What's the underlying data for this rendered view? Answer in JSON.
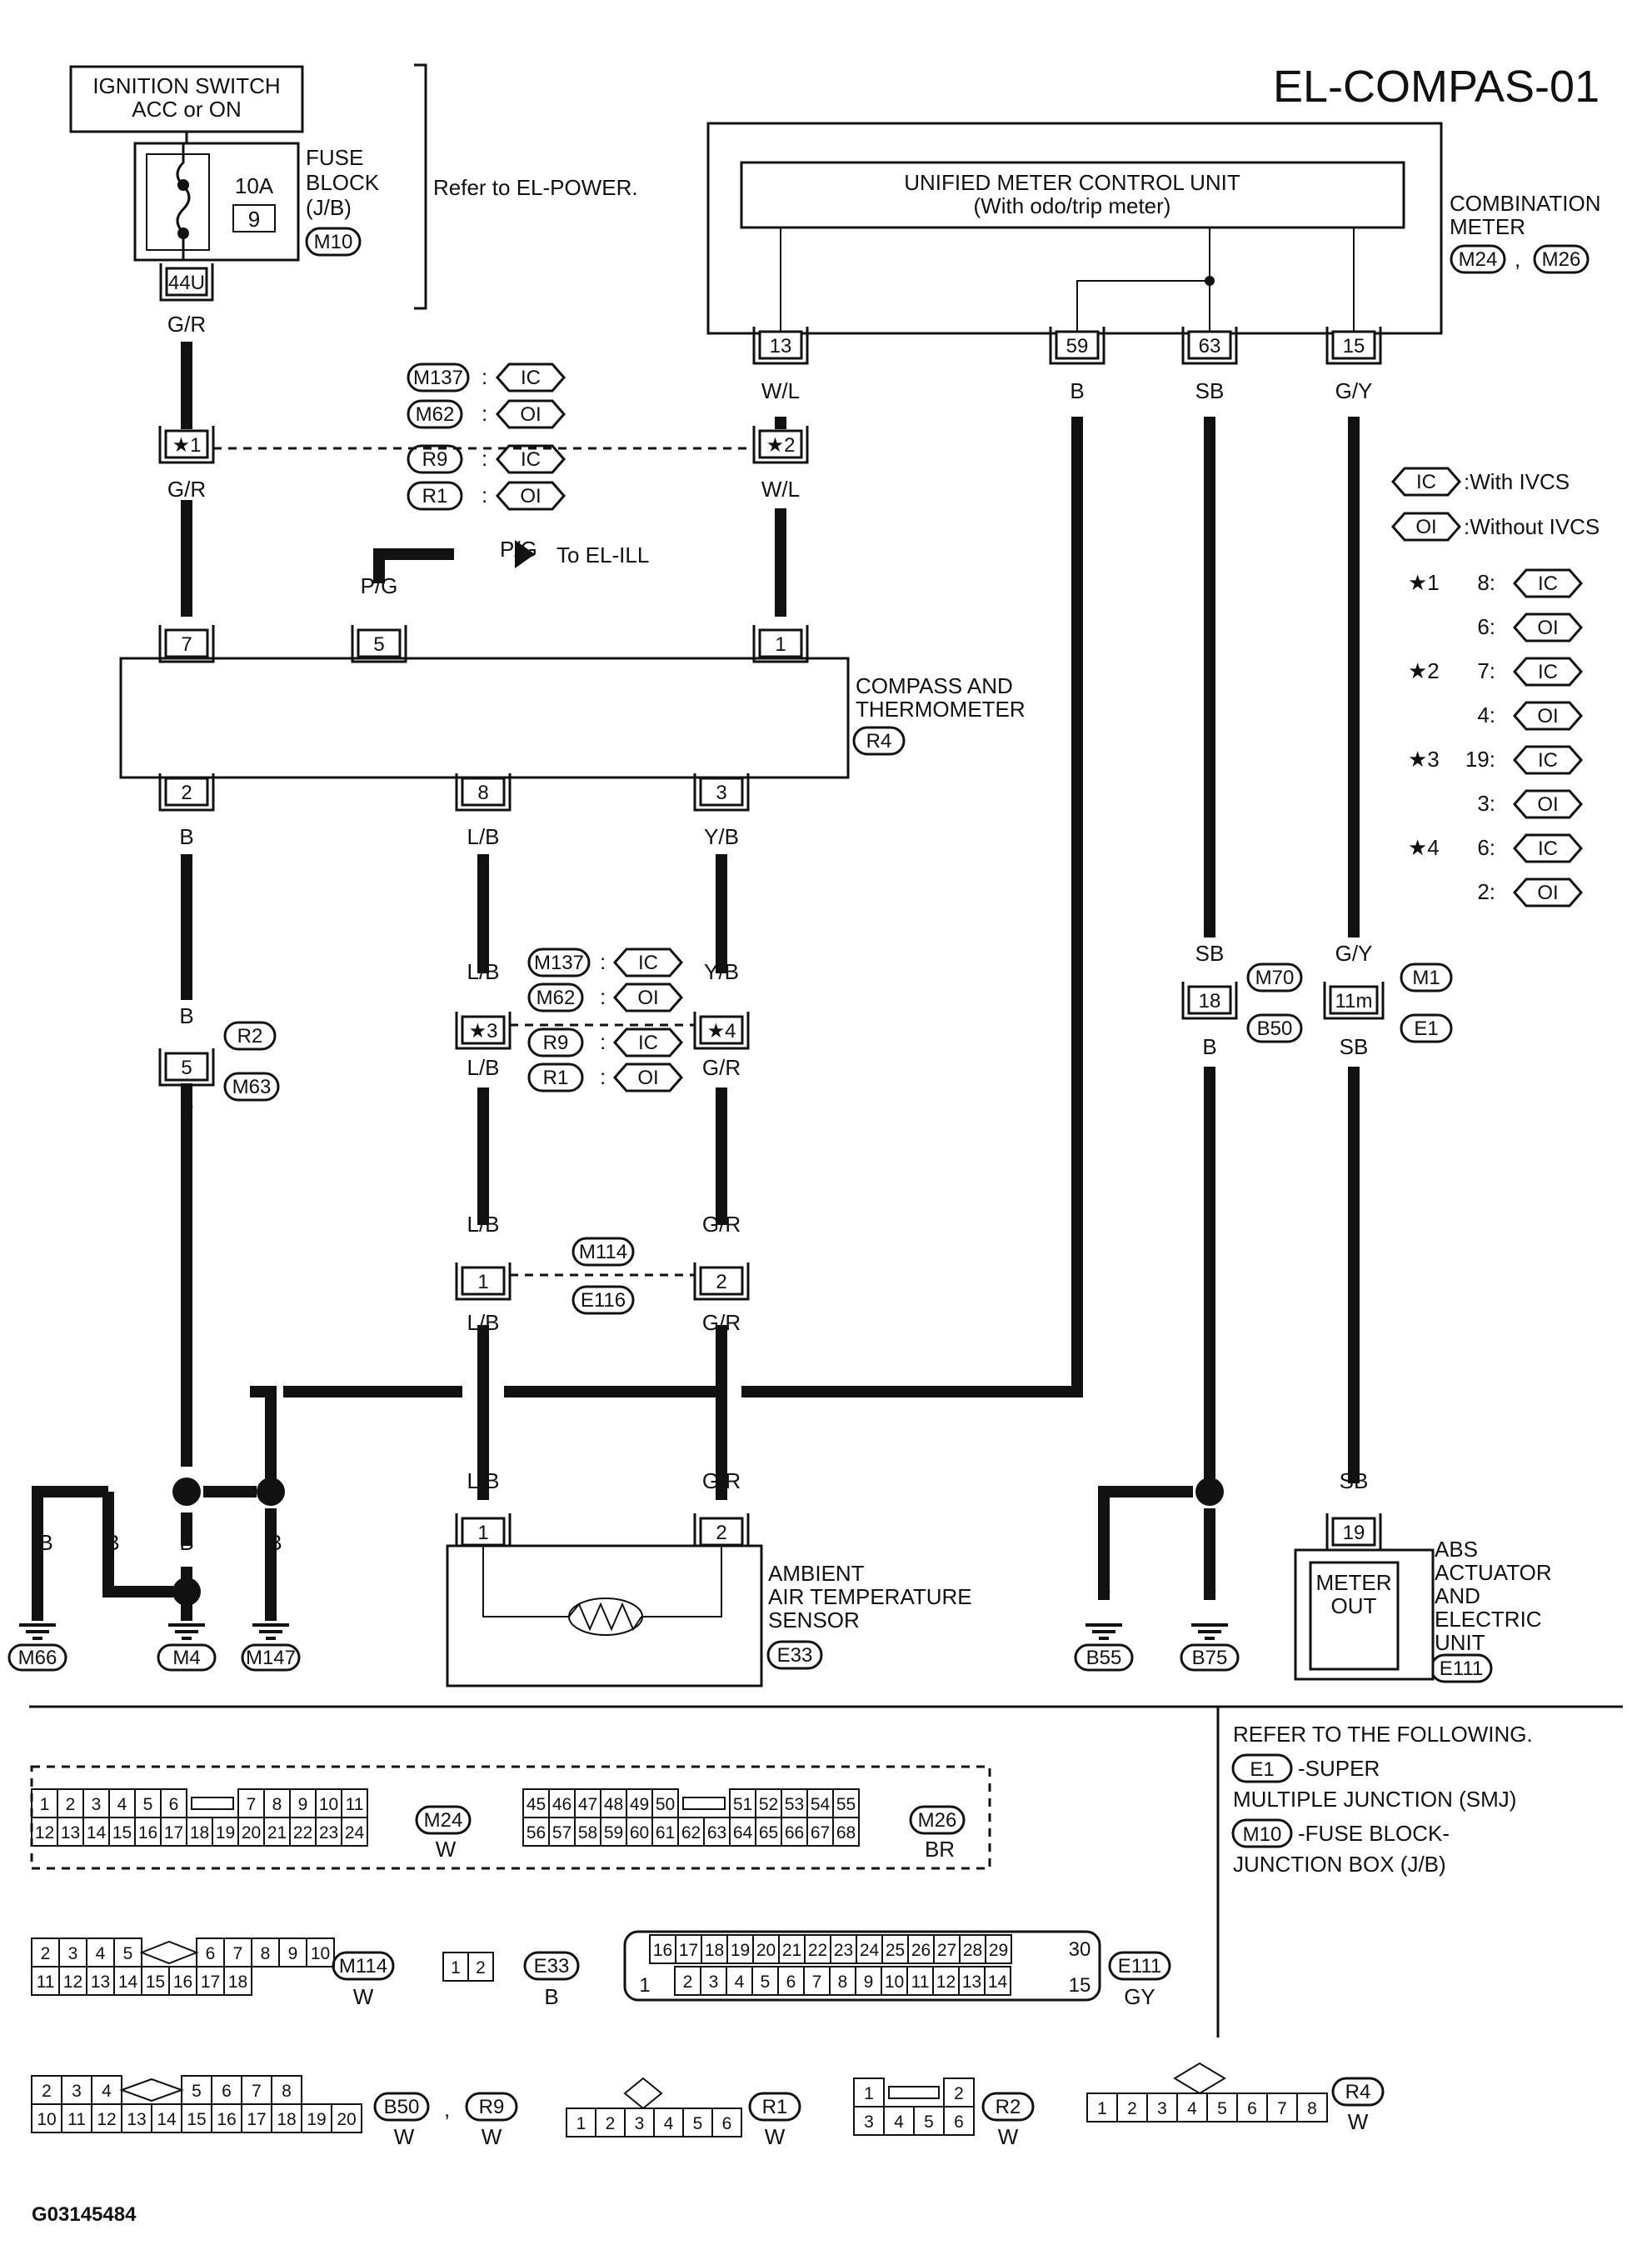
{
  "diagram_id": "EL-COMPAS-01",
  "figure_code": "G03145484",
  "components": {
    "ignition_switch": "IGNITION SWITCH\nACC or ON",
    "fuse_block": "FUSE\nBLOCK\n(J/B)",
    "fuse_rating": "10A",
    "fuse_number": "9",
    "fuse_connector": "M10",
    "fuse_terminal": "44U",
    "refer_power": "Refer to EL-POWER.",
    "meter_unit": "UNIFIED METER CONTROL UNIT\n(With odo/trip meter)",
    "combination_meter": "COMBINATION\nMETER",
    "compass": "COMPASS AND\nTHERMOMETER",
    "compass_connector": "R4",
    "sensor": "AMBIENT\nAIR TEMPERATURE\nSENSOR",
    "sensor_connector": "E33",
    "abs_unit": "ABS\nACTUATOR\nAND\nELECTRIC\nUNIT",
    "abs_connector": "E111",
    "meter_out": "METER\nOUT",
    "to_ill": "To EL-ILL"
  },
  "legend": {
    "with_ivcs": "With IVCS",
    "without_ivcs": "Without IVCS",
    "ic": "IC",
    "oi": "OI",
    "notes": [
      {
        "star": "1",
        "rows": [
          [
            "8",
            "IC"
          ],
          [
            "6",
            "OI"
          ]
        ]
      },
      {
        "star": "2",
        "rows": [
          [
            "7",
            "IC"
          ],
          [
            "4",
            "OI"
          ]
        ]
      },
      {
        "star": "3",
        "rows": [
          [
            "19",
            "IC"
          ],
          [
            "3",
            "OI"
          ]
        ]
      },
      {
        "star": "4",
        "rows": [
          [
            "6",
            "IC"
          ],
          [
            "2",
            "OI"
          ]
        ]
      }
    ]
  },
  "refer": {
    "heading": "REFER TO THE FOLLOWING.",
    "e1_conn": "E1",
    "e1_text": "-SUPER",
    "e1_text2": "MULTIPLE JUNCTION (SMJ)",
    "m10_conn": "M10",
    "m10_text": "-FUSE BLOCK-",
    "m10_text2": "JUNCTION BOX (J/B)"
  },
  "wire_colors": [
    "G/R",
    "W/L",
    "B",
    "SB",
    "G/Y",
    "P/G",
    "L/B",
    "Y/B"
  ],
  "connector_labels": [
    "M137",
    "M62",
    "R9",
    "R1",
    "M63",
    "R2",
    "M114",
    "E116",
    "M70",
    "B50",
    "M1",
    "E1",
    "M24",
    "M26",
    "M4",
    "M147",
    "M66",
    "B55",
    "B75",
    "W",
    "BR",
    "GY"
  ],
  "terminals": [
    "13",
    "59",
    "63",
    "15",
    "7",
    "5",
    "1",
    "2",
    "8",
    "3",
    "18",
    "11m",
    "19"
  ]
}
